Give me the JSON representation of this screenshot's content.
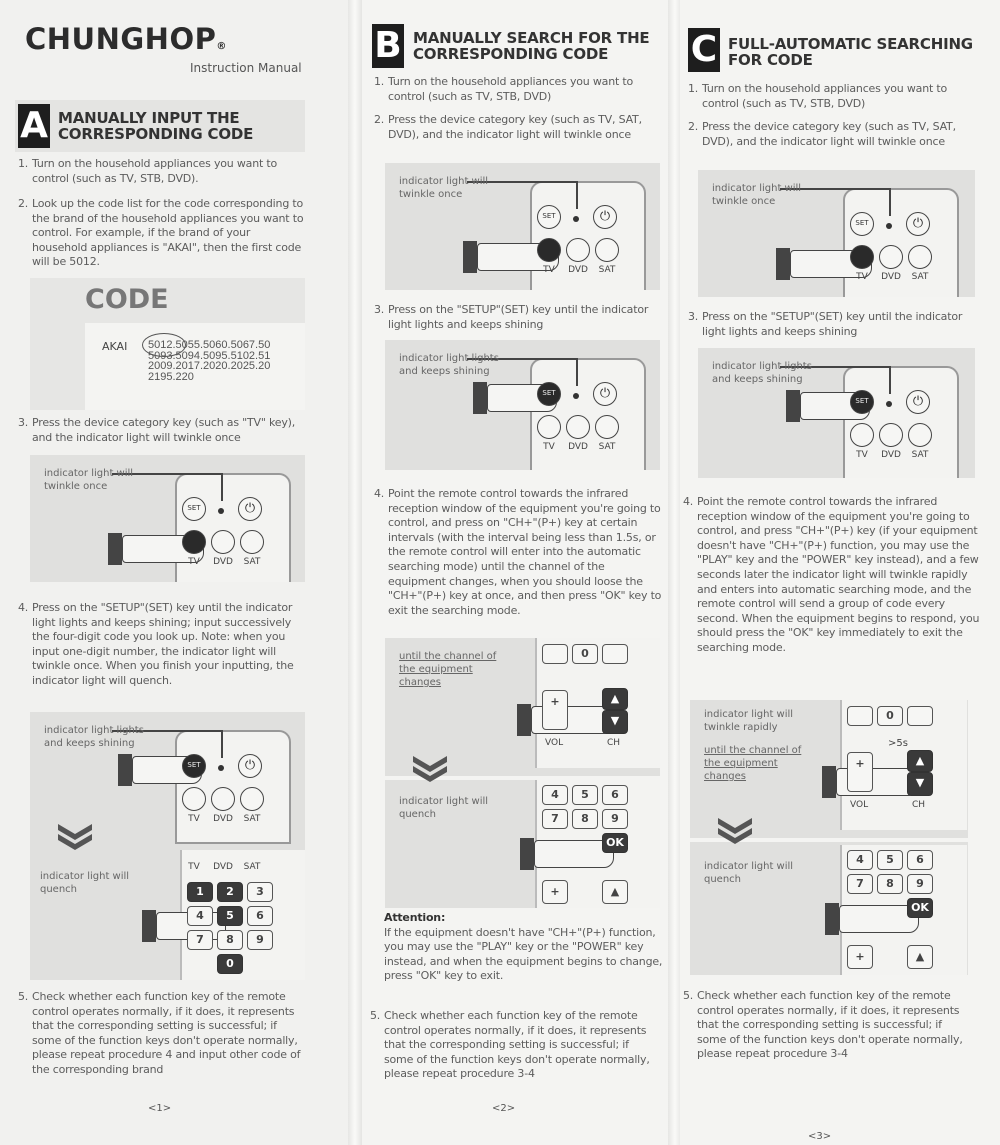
{
  "brand": {
    "logo": "CHUNGHOP",
    "registered": "®",
    "subtitle": "Instruction Manual"
  },
  "pages": [
    {
      "letter": "A",
      "title": [
        "MANUALLY INPUT THE",
        "CORRESPONDING CODE"
      ],
      "steps": [
        {
          "n": "1.",
          "text": "Turn on the household appliances you want to control (such as TV, STB, DVD)."
        },
        {
          "n": "2.",
          "text": "Look up the code list for the code corresponding to the brand of the household appliances you want to control. For example, if the brand of your household appliances is \"AKAI\", then the first code will be 5012."
        },
        {
          "n": "3.",
          "text": "Press the device category key (such as \"TV\" key), and the indicator light will twinkle once"
        },
        {
          "n": "4.",
          "text": "Press on the \"SETUP\"(SET) key until the indicator light lights and keeps shining; input successively the four-digit code you look up. Note: when you input one-digit number, the indicator light will twinkle once. When you finish your inputting, the indicator light will quench."
        },
        {
          "n": "5.",
          "text": "Check whether each function key of the remote control operates normally, if it does, it represents that the corresponding setting is successful; if some of the function keys don't operate normally, please repeat procedure 4 and input other code of the corresponding brand"
        }
      ],
      "code_box": {
        "heading": "CODE",
        "brand": "AKAI",
        "highlighted_code": "5012",
        "lines": [
          "5012.5055.5060.5067.50",
          "5093.5094.5095.5102.51",
          "2009.2017.2020.2025.20",
          "2195.220"
        ]
      },
      "page_number": "<1>"
    },
    {
      "letter": "B",
      "title": [
        "MANUALLY SEARCH FOR THE",
        "CORRESPONDING CODE"
      ],
      "steps": [
        {
          "n": "1.",
          "text": "Turn on the household appliances you want to control (such as TV, STB, DVD)"
        },
        {
          "n": "2.",
          "text": "Press the device category key (such as TV, SAT, DVD), and the indicator light will twinkle once"
        },
        {
          "n": "3.",
          "text": "Press on the \"SETUP\"(SET) key until the indicator light lights and keeps shining"
        },
        {
          "n": "4.",
          "text": "Point the remote control towards the infrared reception window of the equipment you're going to control, and press on \"CH+\"(P+) key at certain intervals (with the interval being less than 1.5s, or the remote control will enter into the automatic searching mode) until the channel of the equipment changes, when you should loose the \"CH+\"(P+) key at once, and then press \"OK\" key to exit the searching mode."
        },
        {
          "n": "5.",
          "text": "Check whether each function key of the remote control operates normally, if it does, it represents that the corresponding setting is successful; if some of the function keys don't operate normally, please repeat procedure 3-4"
        }
      ],
      "attention": {
        "heading": "Attention:",
        "text": "If the equipment doesn't have \"CH+\"(P+) function, you may use the \"PLAY\" key or the \"POWER\" key instead, and when the equipment begins to change, press \"OK\" key to exit."
      },
      "page_number": "<2>"
    },
    {
      "letter": "C",
      "title": [
        "FULL-AUTOMATIC SEARCHING",
        "FOR CODE"
      ],
      "steps": [
        {
          "n": "1.",
          "text": "Turn on the household appliances you want to control (such as TV, STB, DVD)"
        },
        {
          "n": "2.",
          "text": "Press the device category key (such as TV, SAT, DVD), and the indicator light will twinkle once"
        },
        {
          "n": "3.",
          "text": "Press on the \"SETUP\"(SET) key until the indicator light lights and keeps shining"
        },
        {
          "n": "4.",
          "text": "Point the remote control towards the infrared reception window of the equipment you're going to control, and press \"CH+\"(P+) key (if your equipment doesn't have \"CH+\"(P+) function, you may use the \"PLAY\" key and the \"POWER\" key instead), and a few seconds later the indicator light will twinkle rapidly and enters into automatic searching mode, and the remote control will send a group of code every second. When the equipment begins to respond, you should press the \"OK\" key immediately to exit the searching mode."
        },
        {
          "n": "5.",
          "text": "Check whether each function key of the remote control operates normally, if it does, it represents that the corresponding setting is successful; if some of the function keys don't operate normally, please repeat procedure 3-4"
        }
      ],
      "page_number": "<3>"
    }
  ],
  "illustrations": {
    "twinkle_label": "indicator light will twinkle once",
    "shining_label": "indicator light lights and keeps shining",
    "quench_label": "indicator light will quench",
    "channel_label": "until the channel of the equipment changes",
    "rapid_label": "indicator light will twinkle rapidly",
    "time_label": ">5s",
    "keys": {
      "set": "SET",
      "power": "⏻",
      "tv": "TV",
      "dvd": "DVD",
      "sat": "SAT",
      "vol": "VOL",
      "ch": "CH",
      "ok": "OK",
      "plus": "+",
      "up": "▲",
      "down": "▼"
    },
    "digits": [
      "1",
      "2",
      "3",
      "4",
      "5",
      "6",
      "7",
      "8",
      "9",
      "0"
    ]
  }
}
